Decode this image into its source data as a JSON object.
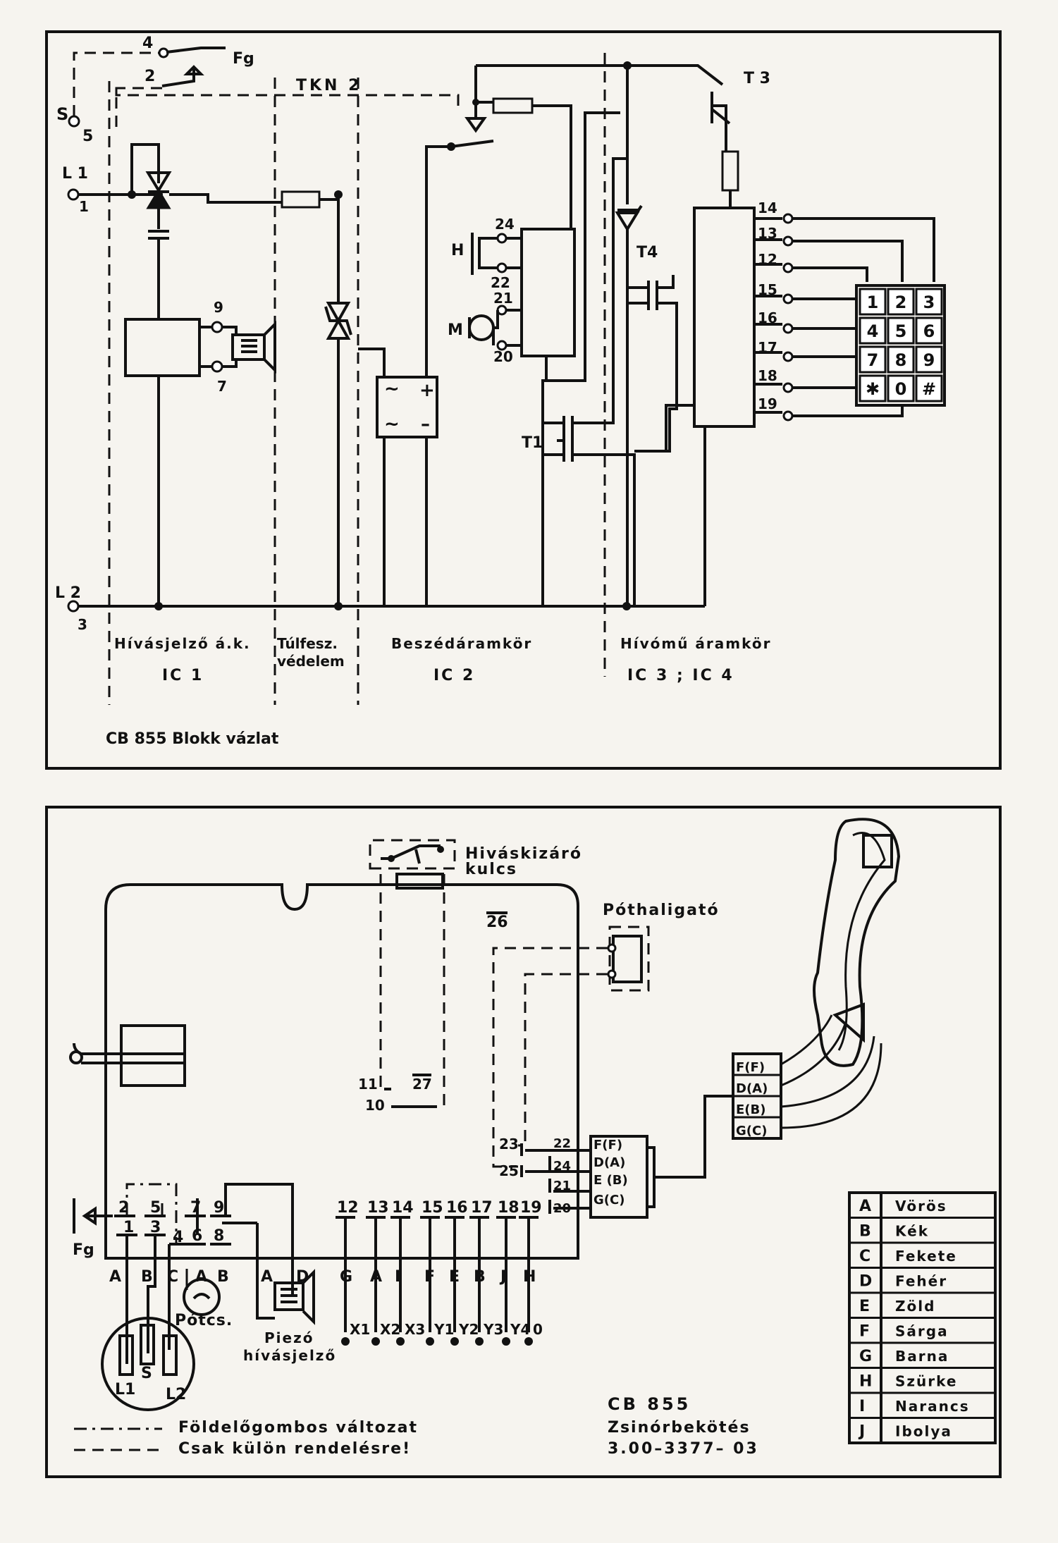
{
  "top": {
    "caption": "CB 855 Blokk vázlat",
    "switch_labels": {
      "s4": "4",
      "s2": "2",
      "fg": "Fg",
      "tkn": "TKN 2"
    },
    "line_terms": {
      "s": "S",
      "s5": "5",
      "l1": "L 1",
      "l1n": "1",
      "l2": "L 2",
      "l2n": "3"
    },
    "ic1_pins": {
      "p9": "9",
      "p7": "7"
    },
    "ic2_pins": {
      "p24": "24",
      "p22": "22",
      "p21": "21",
      "p20": "20",
      "h": "H",
      "m": "M"
    },
    "transistors": {
      "t1": "T1",
      "t3": "T 3",
      "t4": "T4"
    },
    "bridge": {
      "ac1": "~",
      "ac2": "~",
      "plus": "+",
      "minus": "–"
    },
    "ic4_pins": [
      "14",
      "13",
      "12",
      "15",
      "16",
      "17",
      "18",
      "19"
    ],
    "keypad": [
      "1",
      "2",
      "3",
      "4",
      "5",
      "6",
      "7",
      "8",
      "9",
      "✱",
      "0",
      "#"
    ],
    "sections": [
      {
        "name": "Hívásjelző á.k.",
        "ic": "IC 1"
      },
      {
        "name": "Túlfesz. védelem",
        "ic": ""
      },
      {
        "name": "Beszédáramkör",
        "ic": "IC 2"
      },
      {
        "name": "Hívómű áramkör",
        "ic": "IC 3 ; IC 4"
      }
    ]
  },
  "bottom": {
    "key_switch": "Hiváskizáró kulcs",
    "aux_ringer": "Póthaligató",
    "pin_26": "26",
    "pin_11": "11",
    "pin_27": "27",
    "pin_10": "10",
    "pin_23": "23",
    "pin_25": "25",
    "connector_pins": [
      "22",
      "24",
      "21",
      "20"
    ],
    "connector_wires": [
      "F(F)",
      "D(A)",
      "E (B)",
      "G(C)"
    ],
    "handset_wires": [
      "F(F)",
      "D(A)",
      "E(B)",
      "G(C)"
    ],
    "upper_pins": [
      "2",
      "5",
      "7",
      "9"
    ],
    "lower_pins": [
      "1",
      "3",
      "4",
      "6",
      "8"
    ],
    "fg": "Fg",
    "left_letters": [
      "A",
      "B",
      "C",
      "A",
      "B"
    ],
    "piezo_letters": [
      "A",
      "D"
    ],
    "row_pins": [
      "12",
      "13",
      "14",
      "15",
      "16",
      "17",
      "18",
      "19"
    ],
    "row_letters": [
      "G",
      "A",
      "I",
      "F",
      "E",
      "B",
      "J",
      "H"
    ],
    "row_outputs": [
      "X1",
      "X2",
      "X3",
      "Y1",
      "Y2",
      "Y3",
      "Y4",
      "0"
    ],
    "plug_labels": {
      "l1": "L1",
      "s": "S",
      "l2": "L2"
    },
    "potcs": "Pótcs.",
    "piezo": "Piezó hívásjelző",
    "legend_dashdot": "Földelőgombos változat",
    "legend_dash": "Csak külön rendelésre!",
    "title": "CB 855",
    "subtitle": "Zsinórbekötés",
    "part_no": "3.00–3377– 03",
    "colors": [
      {
        "code": "A",
        "name": "Vörös"
      },
      {
        "code": "B",
        "name": "Kék"
      },
      {
        "code": "C",
        "name": "Fekete"
      },
      {
        "code": "D",
        "name": "Fehér"
      },
      {
        "code": "E",
        "name": "Zöld"
      },
      {
        "code": "F",
        "name": "Sárga"
      },
      {
        "code": "G",
        "name": "Barna"
      },
      {
        "code": "H",
        "name": "Szürke"
      },
      {
        "code": "I",
        "name": "Narancs"
      },
      {
        "code": "J",
        "name": "Ibolya"
      }
    ]
  }
}
